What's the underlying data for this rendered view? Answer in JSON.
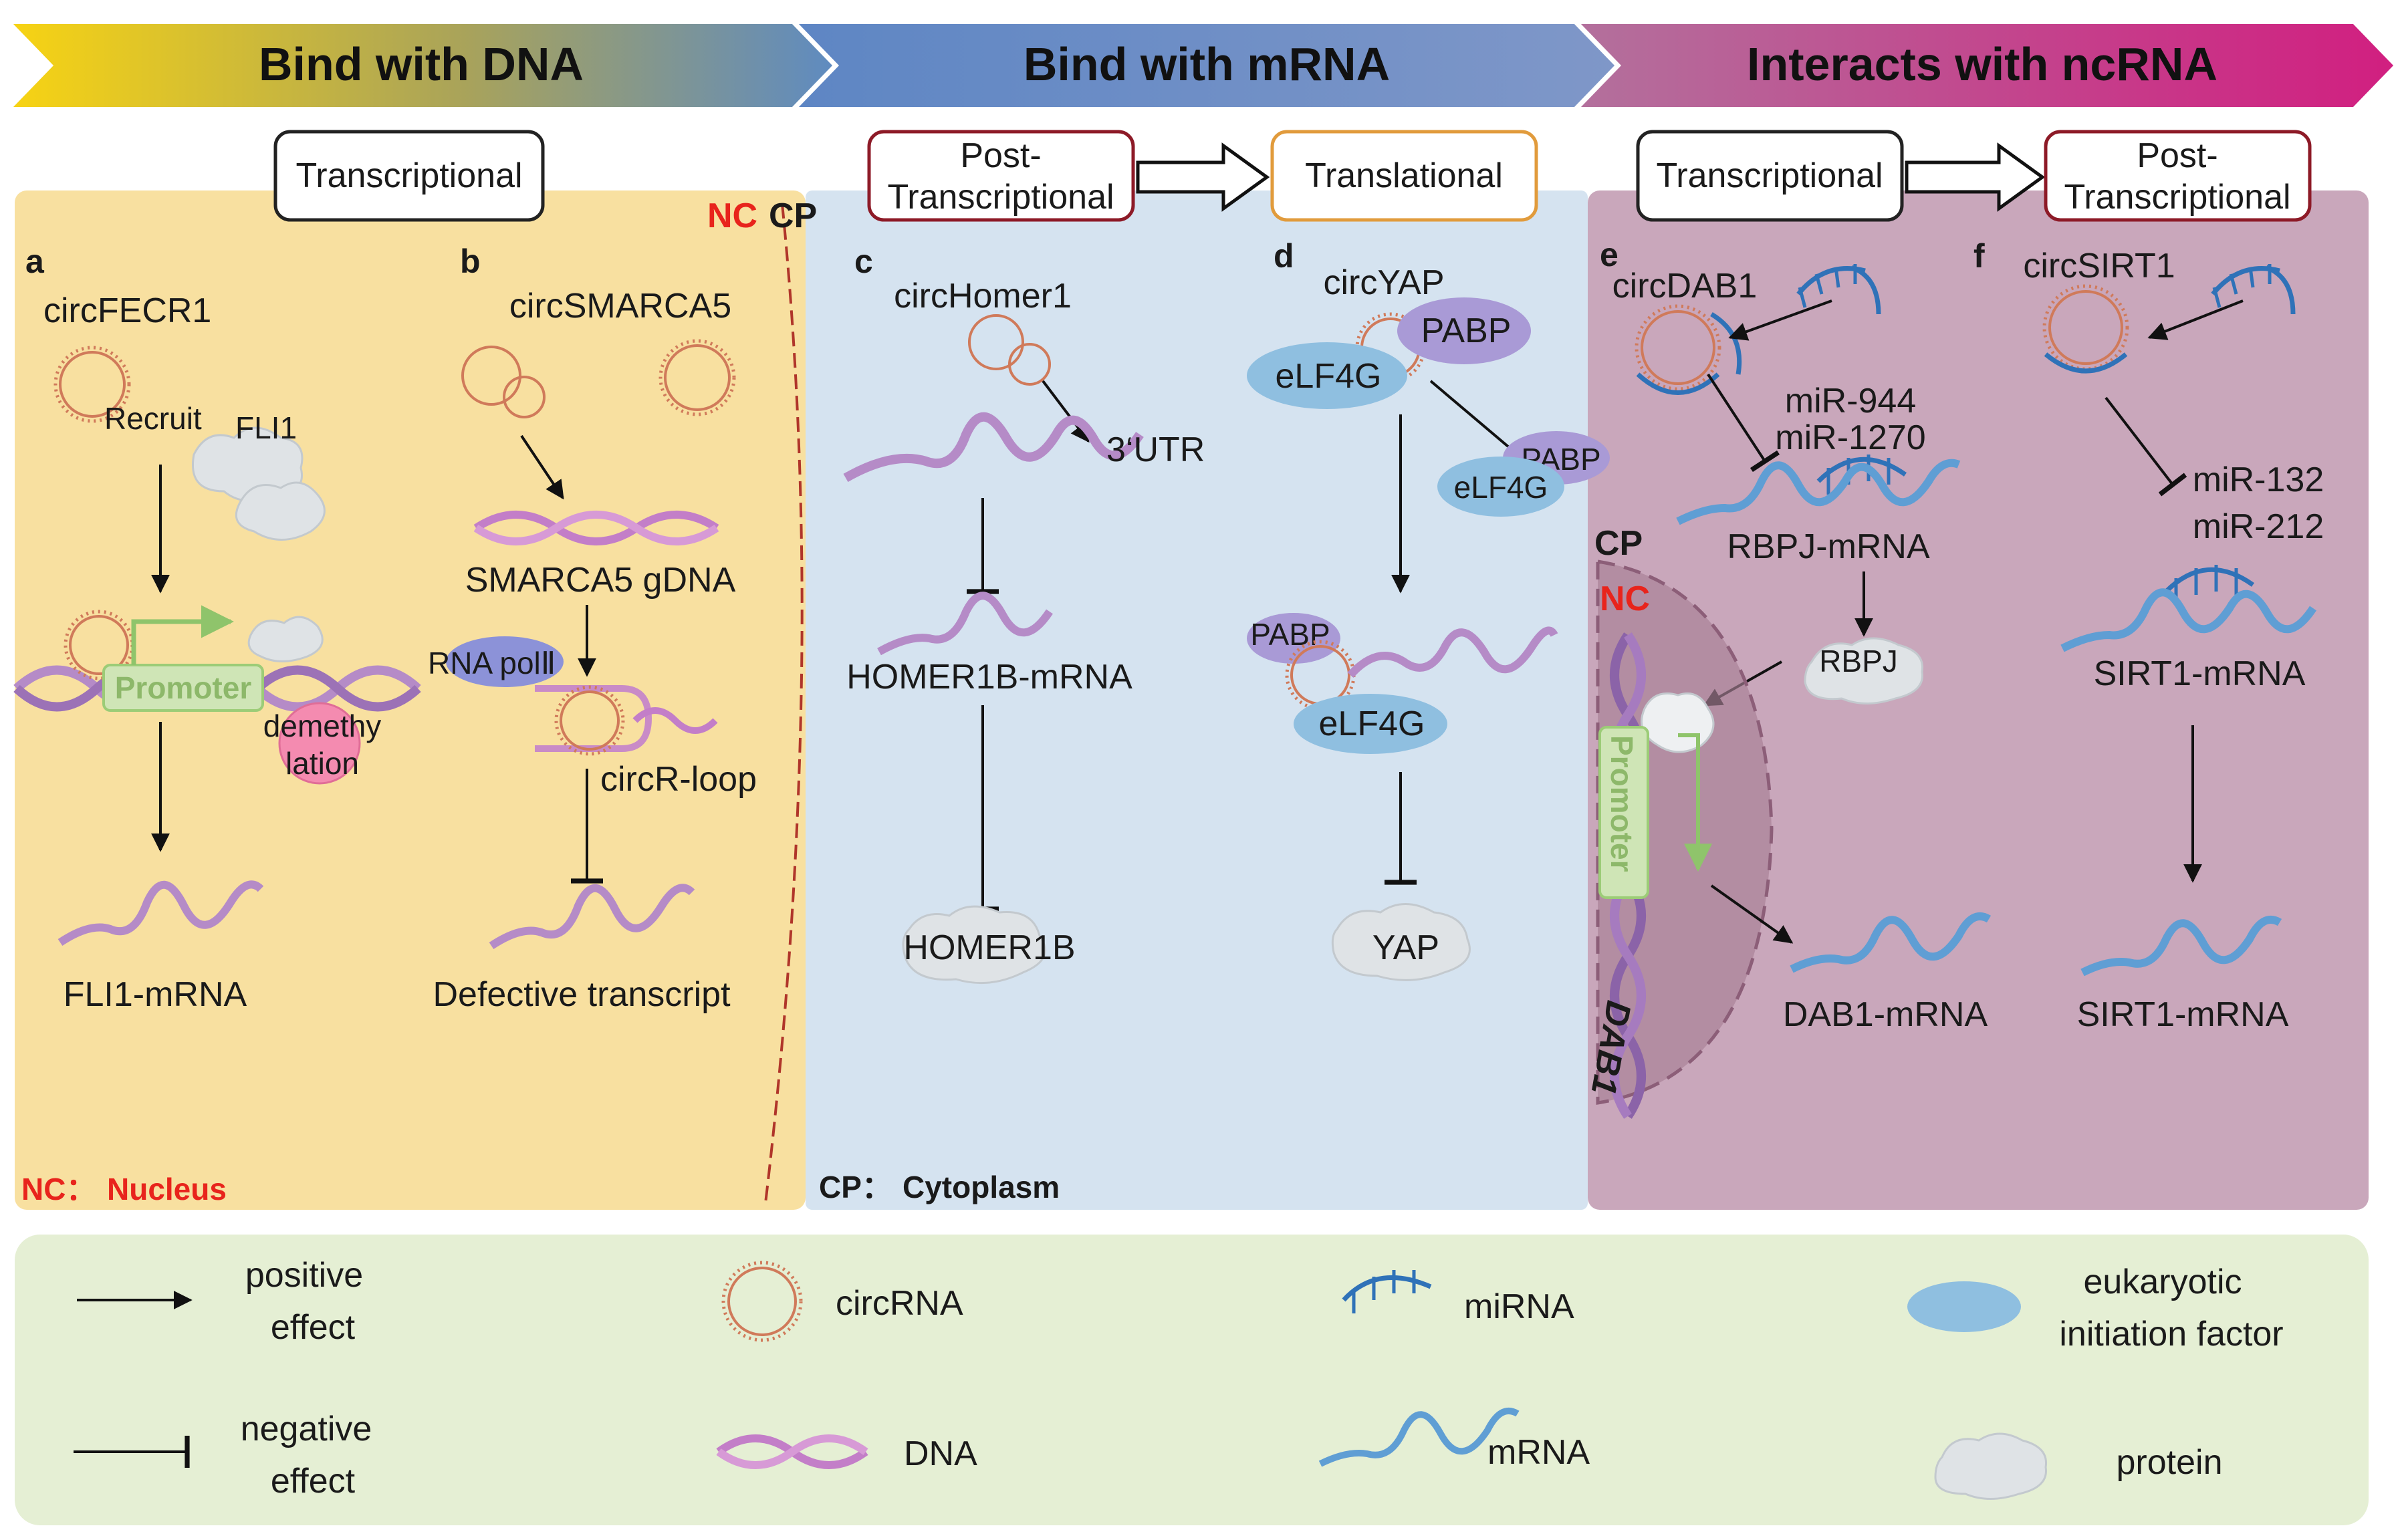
{
  "headers": {
    "dna": "Bind with DNA",
    "mrna": "Bind with mRNA",
    "ncrna": "Interacts with ncRNA"
  },
  "regulation_boxes": {
    "transcriptional_1": "Transcriptional",
    "post_transcriptional_1": [
      "Post-",
      "Transcriptional"
    ],
    "translational": "Translational",
    "transcriptional_2": "Transcriptional",
    "post_transcriptional_2": [
      "Post-",
      "Transcriptional"
    ]
  },
  "compartments": {
    "nc_short": "NC",
    "cp_short": "CP",
    "nucleus_key": "NC：",
    "nucleus_name": "Nucleus",
    "cytoplasm_key": "CP：",
    "cytoplasm_name": "Cytoplasm"
  },
  "panel_a": {
    "letter": "a",
    "circ": "circFECR1",
    "recruit": "Recruit",
    "protein": "FLI1",
    "promoter": "Promoter",
    "demethylation": [
      "demethy",
      "lation"
    ],
    "product": "FLI1-mRNA"
  },
  "panel_b": {
    "letter": "b",
    "circ": "circSMARCA5",
    "gdna": "SMARCA5 gDNA",
    "polymerase": "RNA polⅡ",
    "rloop": "circR-loop",
    "product": "Defective transcript"
  },
  "panel_c": {
    "letter": "c",
    "circ": "circHomer1",
    "utr": "3‘UTR",
    "mrna": "HOMER1B-mRNA",
    "protein": "HOMER1B"
  },
  "panel_d": {
    "letter": "d",
    "circ": "circYAP",
    "pabp": "PABP",
    "elf4g": "eLF4G",
    "protein": "YAP"
  },
  "panel_e": {
    "letter": "e",
    "circ": "circDAB1",
    "mirna_1": "miR-944",
    "mirna_2": "miR-1270",
    "mrna": "RBPJ-mRNA",
    "protein": "RBPJ",
    "cp": "CP",
    "nc": "NC",
    "promoter": "Promoter",
    "gene": "DAB1",
    "product": "DAB1-mRNA"
  },
  "panel_f": {
    "letter": "f",
    "circ": "circSIRT1",
    "mirna_1": "miR-132",
    "mirna_2": "miR-212",
    "mrna": "SIRT1-mRNA",
    "product": "SIRT1-mRNA"
  },
  "legend": {
    "positive": [
      "positive",
      "effect"
    ],
    "negative": [
      "negative",
      "effect"
    ],
    "circrna": "circRNA",
    "dna": "DNA",
    "mirna": "miRNA",
    "mrna": "mRNA",
    "eif": [
      "eukaryotic",
      "initiation factor"
    ],
    "protein": "protein"
  },
  "colors": {
    "dna_panel": "#f8e0a0",
    "mrna_panel": "#d5e3f0",
    "ncrna_panel": "#c9a7bb",
    "legend_bg": "#e5efd4",
    "arrow_dna": [
      "#f5d21b",
      "#5f8bc0"
    ],
    "arrow_mrna": "#6d8fc6",
    "arrow_ncrna": [
      "#c0669a",
      "#d0227f"
    ],
    "circrna": "#d07a5a",
    "mrna_purple": "#b58bc7",
    "mrna_blue": "#5f9ed4",
    "mirna": "#2f72b8",
    "eif": "#8fbfe0",
    "pabp": "#a99ad6",
    "protein": "#dfe3e6",
    "promoter": "#cfe5b6",
    "nc_red": "#e8241c"
  }
}
